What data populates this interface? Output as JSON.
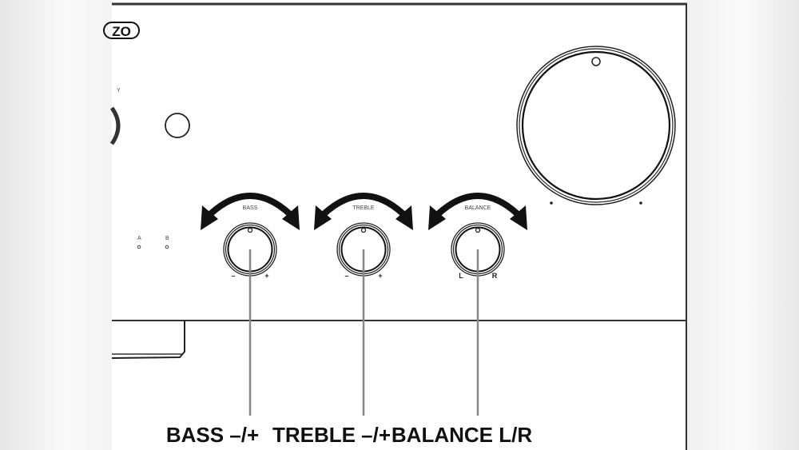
{
  "logo_fragment": "ZO",
  "panel_labels": {
    "partial_label": "Y",
    "speaker_a": "A",
    "speaker_b": "B"
  },
  "knobs": [
    {
      "label": "BASS",
      "left_mark": "–",
      "right_mark": "+",
      "callout": "BASS –/+"
    },
    {
      "label": "TREBLE",
      "left_mark": "–",
      "right_mark": "+",
      "callout": "TREBLE –/+"
    },
    {
      "label": "BALANCE",
      "left_mark": "L",
      "right_mark": "R",
      "callout": "BALANCE L/R"
    }
  ],
  "colors": {
    "line": "#222222",
    "callout_line": "#888888"
  }
}
